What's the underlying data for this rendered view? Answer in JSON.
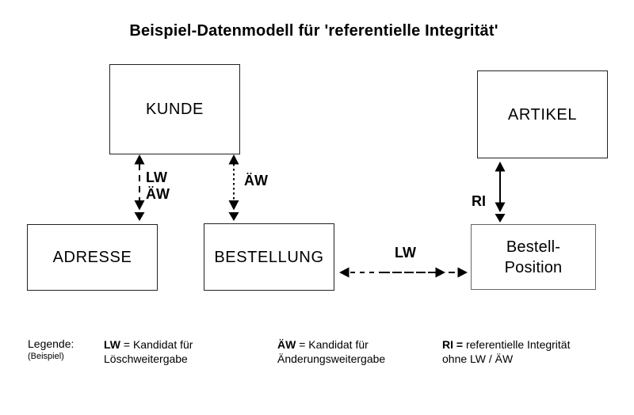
{
  "title": "Beispiel-Datenmodell für 'referentielle Integrität'",
  "entities": {
    "kunde": "KUNDE",
    "artikel": "ARTIKEL",
    "adresse": "ADRESSE",
    "bestellung": "BESTELLUNG",
    "bestell_position_line1": "Bestell-",
    "bestell_position_line2": "Position"
  },
  "relations": {
    "kunde_adresse": {
      "from": "KUNDE",
      "to": "ADRESSE",
      "style": "dashed",
      "label_line1": "LW",
      "label_line2": "ÄW"
    },
    "kunde_bestellung": {
      "from": "KUNDE",
      "to": "BESTELLUNG",
      "style": "dotted",
      "label": "ÄW"
    },
    "bestellung_bestellposition": {
      "from": "BESTELLUNG",
      "to": "Bestell-Position",
      "style": "dashed",
      "label": "LW"
    },
    "artikel_bestellposition": {
      "from": "ARTIKEL",
      "to": "Bestell-Position",
      "style": "solid",
      "label": "RI"
    }
  },
  "legend": {
    "heading": "Legende:",
    "subheading": "(Beispiel)",
    "items": [
      {
        "term": "LW",
        "rest1": " = Kandidat für",
        "rest2": "Löschweitergabe"
      },
      {
        "term": "ÄW",
        "rest1": " = Kandidat für",
        "rest2": "Änderungsweitergabe"
      },
      {
        "term": "RI =",
        "rest1": " referentielle Integrität",
        "rest2": "ohne LW / ÄW"
      }
    ]
  },
  "colors": {
    "background": "#ffffff",
    "ink": "#000000",
    "box-border": "#222222",
    "box-border-light": "#666666"
  }
}
